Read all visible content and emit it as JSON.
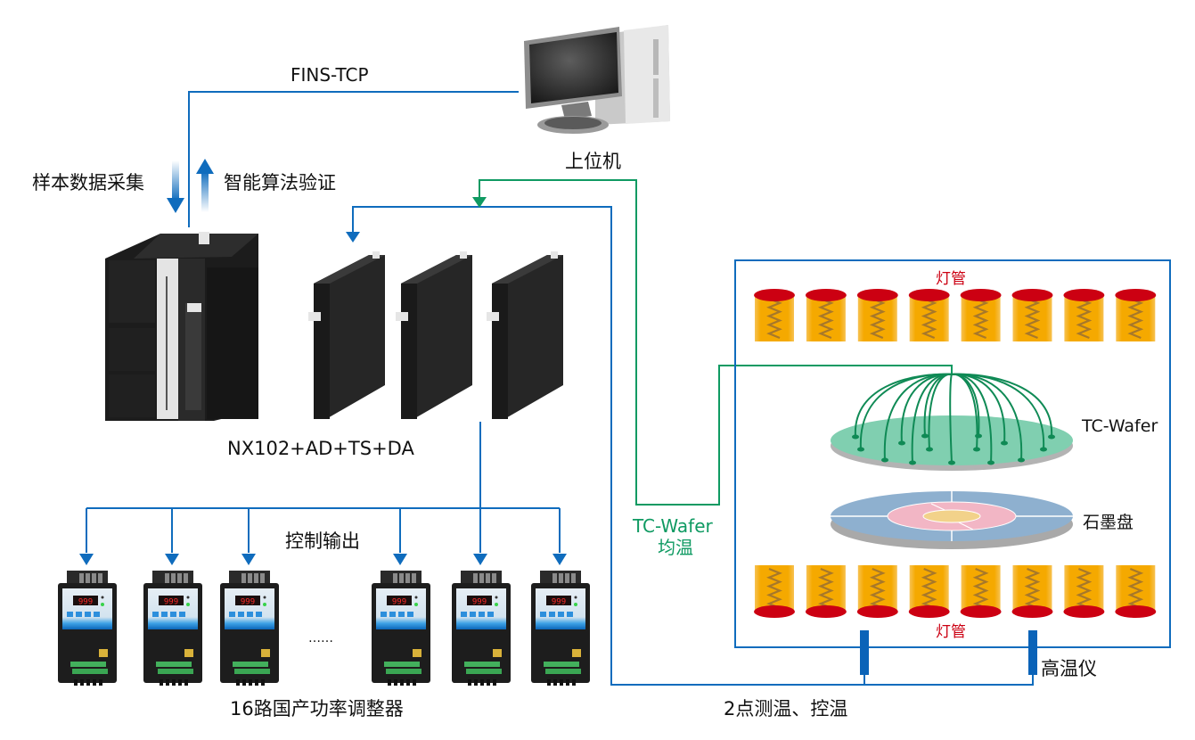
{
  "colors": {
    "link_blue": "#0f6cbd",
    "link_green": "#0f9a62",
    "lamp_red": "#cc0012",
    "lamp_body": "#f5a900",
    "lamp_coil": "#a7782a",
    "wafer_green": "#80cfb0",
    "disc_blue": "#8eb0cf",
    "disc_pink": "#f2b6c5",
    "disc_core": "#f2d28a",
    "pyrometer": "#0a63b8"
  },
  "labels": {
    "fins_tcp": "FINS-TCP",
    "host_pc": "上位机",
    "sample_data": "样本数据采集",
    "algo_verify": "智能算法验证",
    "controller": "NX102+AD+TS+DA",
    "control_output": "控制输出",
    "ellipsis": "……",
    "power_regulators": "16路国产功率调整器",
    "tc_wafer_uniform_line1": "TC-Wafer",
    "tc_wafer_uniform_line2": "均温",
    "lamp_top": "灯管",
    "lamp_bottom": "灯管",
    "tc_wafer": "TC-Wafer",
    "graphite_disc": "石墨盘",
    "pyrometer": "高温仪",
    "two_point": "2点测温、控温"
  },
  "regulator": {
    "display_value": "999",
    "count_shown": 6,
    "total_channels": 16
  },
  "io_modules_count": 3,
  "lamps_per_row": 8,
  "wafer_thermocouples": 15
}
